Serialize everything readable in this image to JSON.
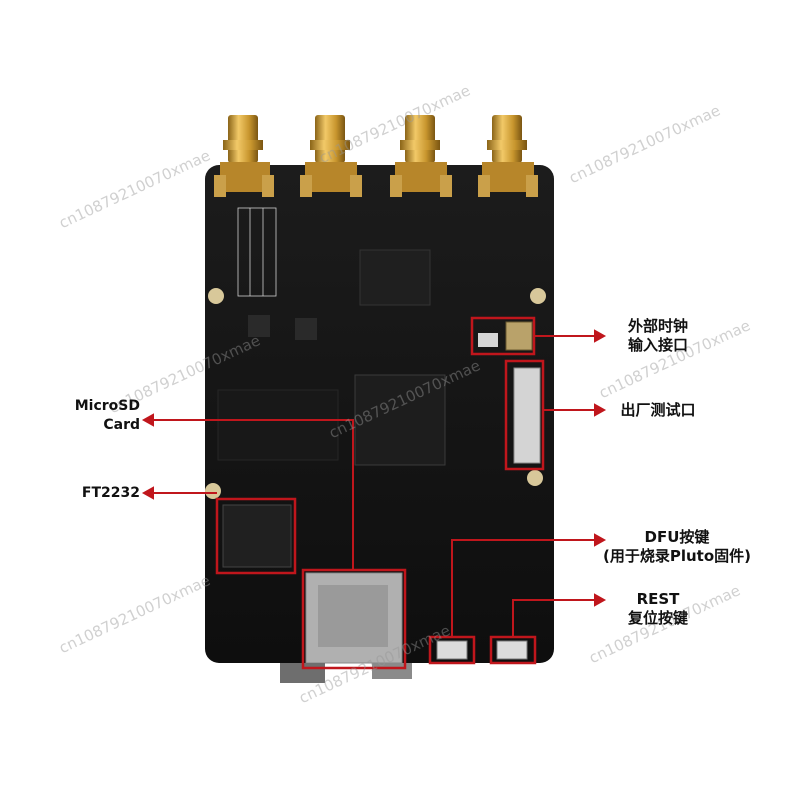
{
  "labels": {
    "ext_clock_line1": "外部时钟",
    "ext_clock_line2": "输入接口",
    "factory_test": "出厂测试口",
    "dfu_line1": "DFU按键",
    "dfu_line2": "(用于烧录Pluto固件)",
    "reset_line1": "REST",
    "reset_line2": "复位按键",
    "microsd_line1": "MicroSD",
    "microsd_line2": "Card",
    "ft2232": "FT2232"
  },
  "watermark": "cn10879210070xmae",
  "colors": {
    "background": "#ffffff",
    "board": "#141414",
    "connector_gold": "#c8962e",
    "callout_red": "#c0161c",
    "label_text": "#111111"
  }
}
